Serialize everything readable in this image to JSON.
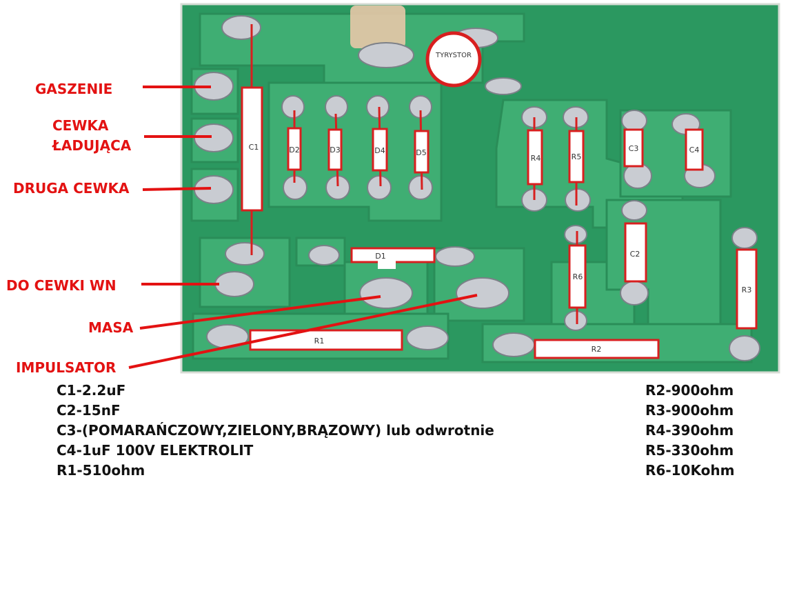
{
  "labels": {
    "gaszenie": "GASZENIE",
    "cewka_line1": "CEWKA",
    "cewka_line2": "ŁADUJĄCA",
    "druga_cewka": "DRUGA CEWKA",
    "do_cewki_wn": "DO CEWKI WN",
    "masa": "MASA",
    "impulsator": "IMPULSATOR"
  },
  "components": {
    "tyrystor": "TYRYSTOR",
    "c1": "C1",
    "d2": "D2",
    "d3": "D3",
    "d4": "D4",
    "d5": "D5",
    "r4": "R4",
    "r5": "R5",
    "c3": "C3",
    "c4": "C4",
    "d1": "D1",
    "r6": "R6",
    "c2": "C2",
    "r3": "R3",
    "r1": "R1",
    "r2": "R2"
  },
  "specs_left": [
    "C1-2.2uF",
    "C2-15nF",
    "C3-(POMARAŃCZOWY,ZIELONY,BRĄZOWY) lub odwrotnie",
    "C4-1uF 100V ELEKTROLIT",
    "R1-510ohm"
  ],
  "specs_right": [
    "R2-900ohm",
    "R3-900ohm",
    "R4-390ohm",
    "R5-330ohm",
    "R6-10Kohm"
  ],
  "colors": {
    "annotation": "#e31212",
    "board": "#2e9e63",
    "copper": "#3fae73",
    "solder": "#c9ccd2",
    "spec_text": "#111111"
  }
}
